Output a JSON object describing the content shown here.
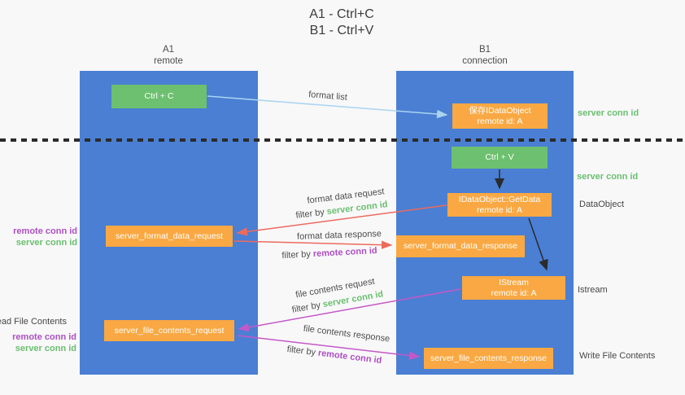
{
  "title": {
    "line1": "A1 - Ctrl+C",
    "line2": "B1 - Ctrl+V"
  },
  "lanes": {
    "left": {
      "name": "A1",
      "subtitle": "remote"
    },
    "right": {
      "name": "B1",
      "subtitle": "connection"
    }
  },
  "nodes": {
    "ctrl_c": "Ctrl + C",
    "ctrl_v": "Ctrl + V",
    "save_idataobject": {
      "line1": "保存IDataObject",
      "line2": "remote id: A"
    },
    "getdata": {
      "line1": "IDataObject::GetData",
      "line2": "remote id: A"
    },
    "istream": {
      "line1": "IStream",
      "line2": "remote id: A"
    },
    "format_request": "server_format_data_request",
    "format_response": "server_format_data_response",
    "file_request": "server_file_contents_request",
    "file_response": "server_file_contents_response"
  },
  "arrow_labels": {
    "format_list": "format list",
    "format_data_request": "format data request",
    "format_data_response": "format data response",
    "file_contents_request": "file contents request",
    "file_contents_response": "file contents response",
    "filter_by": "filter by",
    "server_conn_id": "server conn id",
    "remote_conn_id": "remote conn id"
  },
  "side_labels": {
    "left": {
      "read_file_contents": "Read File Contents",
      "remote_conn_id": "remote conn id",
      "server_conn_id": "server conn id"
    },
    "right": {
      "server_conn_id_top": "server conn id",
      "server_conn_id_mid": "server conn id",
      "dataobject": "DataObject",
      "istream": "Istream",
      "write_file_contents": "Write File Contents"
    }
  },
  "colors": {
    "lane_blue": "#4a7fd3",
    "box_green": "#6dc06f",
    "box_orange": "#f9a843",
    "arrow_lightblue": "#aad4f0",
    "arrow_red": "#ed6a5e",
    "arrow_magenta": "#c558c8",
    "arrow_black": "#2b2b2b",
    "text_green": "#6abf6e",
    "text_purple": "#ad4fc4"
  }
}
